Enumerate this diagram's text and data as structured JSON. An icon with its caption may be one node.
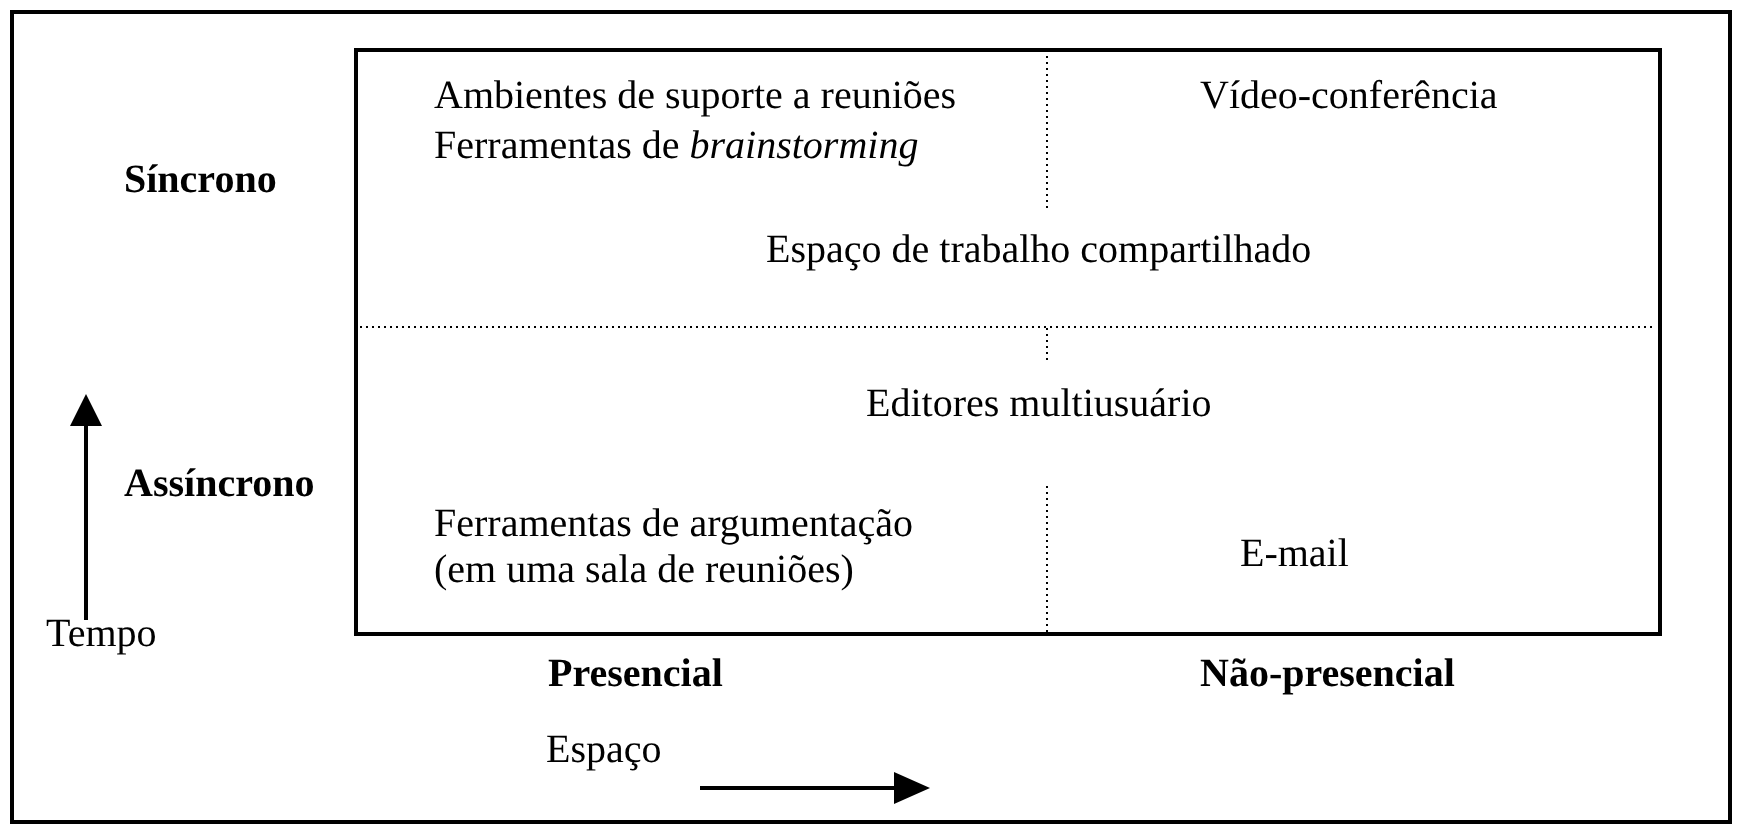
{
  "diagram": {
    "nodes": [
      {
        "text": [
          "Ambientes de suporte a reuniões",
          "Ferramentas de *brainstorming*",
          "Vídeo-conferência",
          "Espaço de trabalho compartilhado",
          "Editores multiusuário",
          "Ferramentas de argumentação (em uma sala de reuniões)",
          "E-mail"
        ]
      }
    ],
    "labels": [
      "Síncrono",
      "Assíncrono",
      "Tempo",
      "Presencial",
      "Não-presencial",
      "Espaço"
    ]
  }
}
